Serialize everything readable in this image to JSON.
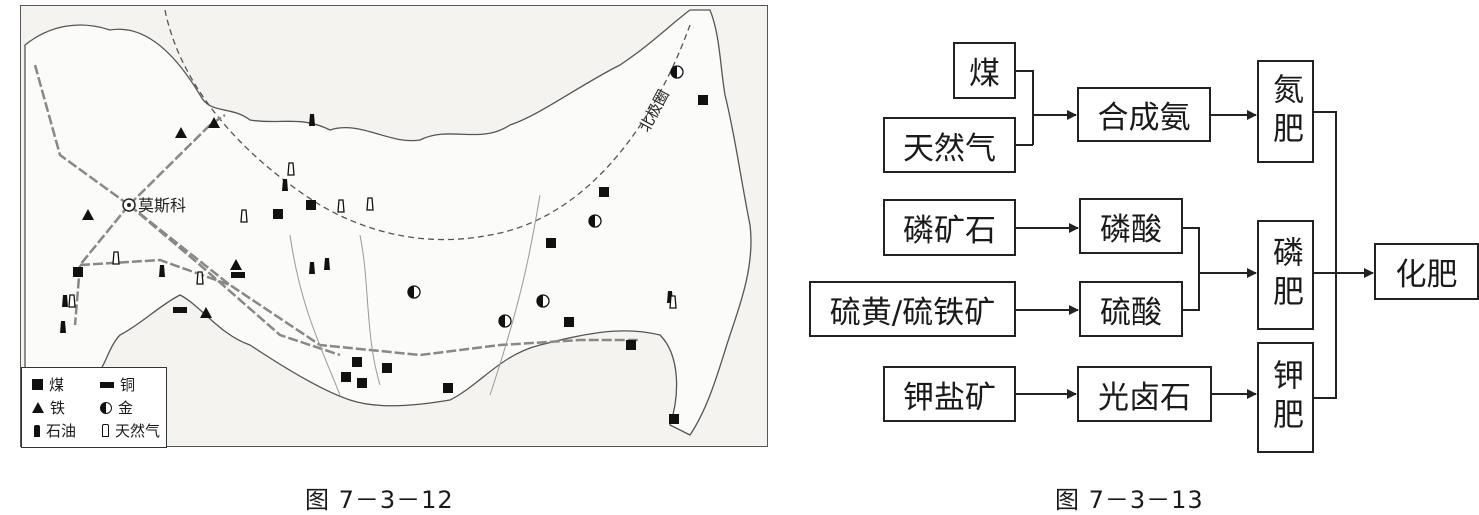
{
  "map_figure": {
    "caption": "图 7－3－12",
    "city_label": "莫斯科",
    "arctic_circle_label": "北极圈",
    "legend": [
      {
        "symbol": "filled-square",
        "label": "煤"
      },
      {
        "symbol": "filled-bar",
        "label": "铜"
      },
      {
        "symbol": "filled-triangle",
        "label": "铁"
      },
      {
        "symbol": "half-circle",
        "label": "金"
      },
      {
        "symbol": "filled-tower",
        "label": "石油"
      },
      {
        "symbol": "hollow-tower",
        "label": "天然气"
      }
    ]
  },
  "flow_figure": {
    "caption": "图 7－3－13",
    "nodes": {
      "coal": "煤",
      "natural_gas": "天然气",
      "synthetic_ammonia": "合成氨",
      "nitrogen_fertilizer": "氮肥",
      "phosphate_rock": "磷矿石",
      "phosphoric_acid": "磷酸",
      "sulfur_pyrite": "硫黄/硫铁矿",
      "sulfuric_acid": "硫酸",
      "phosphate_fertilizer": "磷肥",
      "chemical_fertilizer": "化肥",
      "potash_ore": "钾盐矿",
      "carnallite": "光卤石",
      "potash_fertilizer": "钾肥"
    }
  }
}
